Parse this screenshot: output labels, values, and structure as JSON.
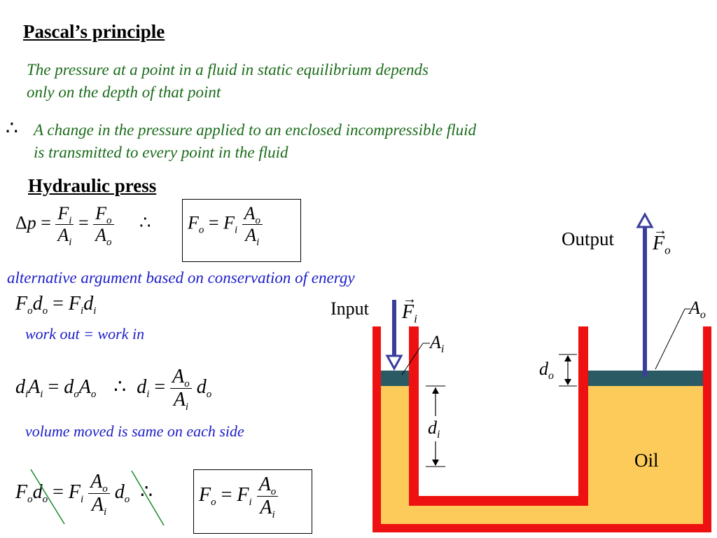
{
  "title": "Pascal’s principle",
  "statement_line1": "The pressure at a point in a fluid in static equilibrium depends",
  "statement_line2": "only on the depth of that point",
  "therefore_symbol": "∴",
  "consequence_line1": "A change in the pressure applied to an enclosed incompressible fluid",
  "consequence_line2": "is transmitted to every point in the fluid",
  "subtitle": "Hydraulic press",
  "alt_argument": "alternative argument based on conservation of energy",
  "work_note": "work out = work in",
  "volume_note": "volume moved is same on each side",
  "diagram": {
    "output_label": "Output",
    "input_label": "Input",
    "oil_label": "Oil",
    "force_out": "F",
    "force_out_sub": "o",
    "force_in": "F",
    "force_in_sub": "i",
    "area_out": "A",
    "area_out_sub": "o",
    "area_in": "A",
    "area_in_sub": "i",
    "disp_out": "d",
    "disp_out_sub": "o",
    "disp_in": "d",
    "disp_in_sub": "i",
    "colors": {
      "container": "#ee1111",
      "oil": "#fccb5a",
      "piston": "#2a5a64",
      "arrow": "#3a3d9c"
    }
  }
}
